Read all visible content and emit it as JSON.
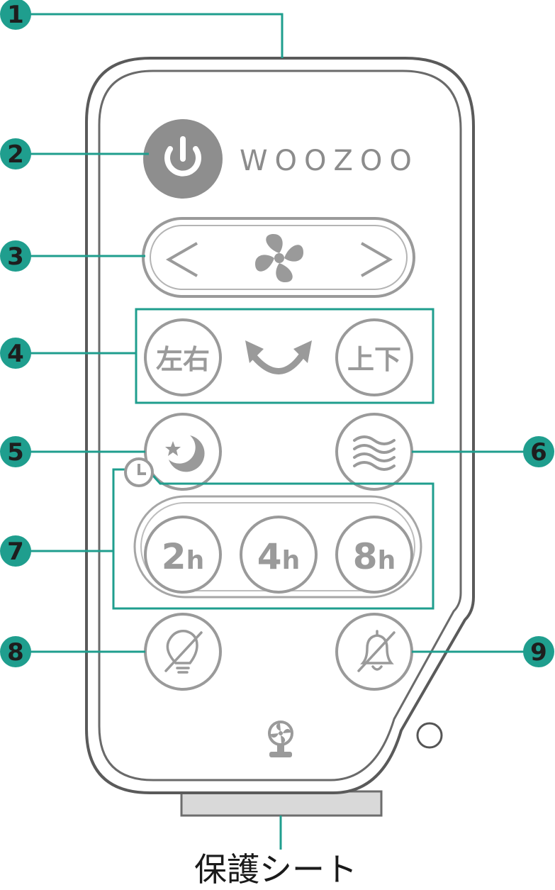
{
  "brand": "WOOZOO",
  "buttons": {
    "swing_left": "左右",
    "swing_up_down": "上下",
    "timer_2h_num": "2",
    "timer_2h_unit": "h",
    "timer_4h_num": "4",
    "timer_4h_unit": "h",
    "timer_8h_num": "8",
    "timer_8h_unit": "h",
    "prev_arrow": "<",
    "next_arrow": ">"
  },
  "callouts": [
    "1",
    "2",
    "3",
    "4",
    "5",
    "6",
    "7",
    "8",
    "9"
  ],
  "protective_sheet_label": "保護シート",
  "colors": {
    "accent": "#1f9e8e",
    "button_gray": "#9a9a9a",
    "power_fill": "#8e8e8e",
    "outline": "#555555"
  },
  "icons": [
    "power-icon",
    "fan-icon",
    "swing-arrow-icon",
    "moon-star-icon",
    "wind-waves-icon",
    "clock-icon",
    "light-off-icon",
    "bell-off-icon",
    "fan-logo-icon"
  ]
}
